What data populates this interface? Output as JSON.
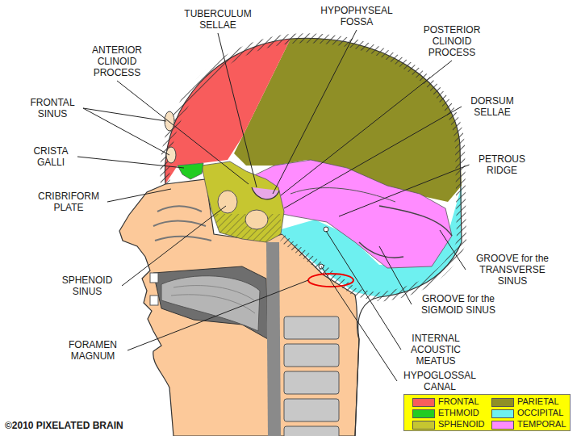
{
  "diagram": {
    "labels": [
      "TUBERCULUM SELLAE",
      "HYPOPHYSEAL FOSSA",
      "ANTERIOR CLINOID PROCESS",
      "POSTERIOR CLINOID PROCESS",
      "FRONTAL SINUS",
      "DORSUM SELLAE",
      "CRISTA GALLI",
      "PETROUS RIDGE",
      "CRIBRIFORM PLATE",
      "SPHENOID SINUS",
      "GROOVE for the TRANSVERSE SINUS",
      "GROOVE for the SIGMOID SINUS",
      "FORAMEN MAGNUM",
      "INTERNAL ACOUSTIC MEATUS",
      "HYPOGLOSSAL CANAL",
      "©2010 PIXELATED BRAIN"
    ],
    "legend": [
      {
        "text": "FRONTAL",
        "color": "#f85c5c"
      },
      {
        "text": "ETHMOID",
        "color": "#22cc22"
      },
      {
        "text": "SPHENOID",
        "color": "#c6c630"
      },
      {
        "text": "PARIETAL",
        "color": "#8f8f26"
      },
      {
        "text": "OCCIPITAL",
        "color": "#6ef0f0"
      },
      {
        "text": "TEMPORAL",
        "color": "#ff8cff"
      }
    ]
  }
}
